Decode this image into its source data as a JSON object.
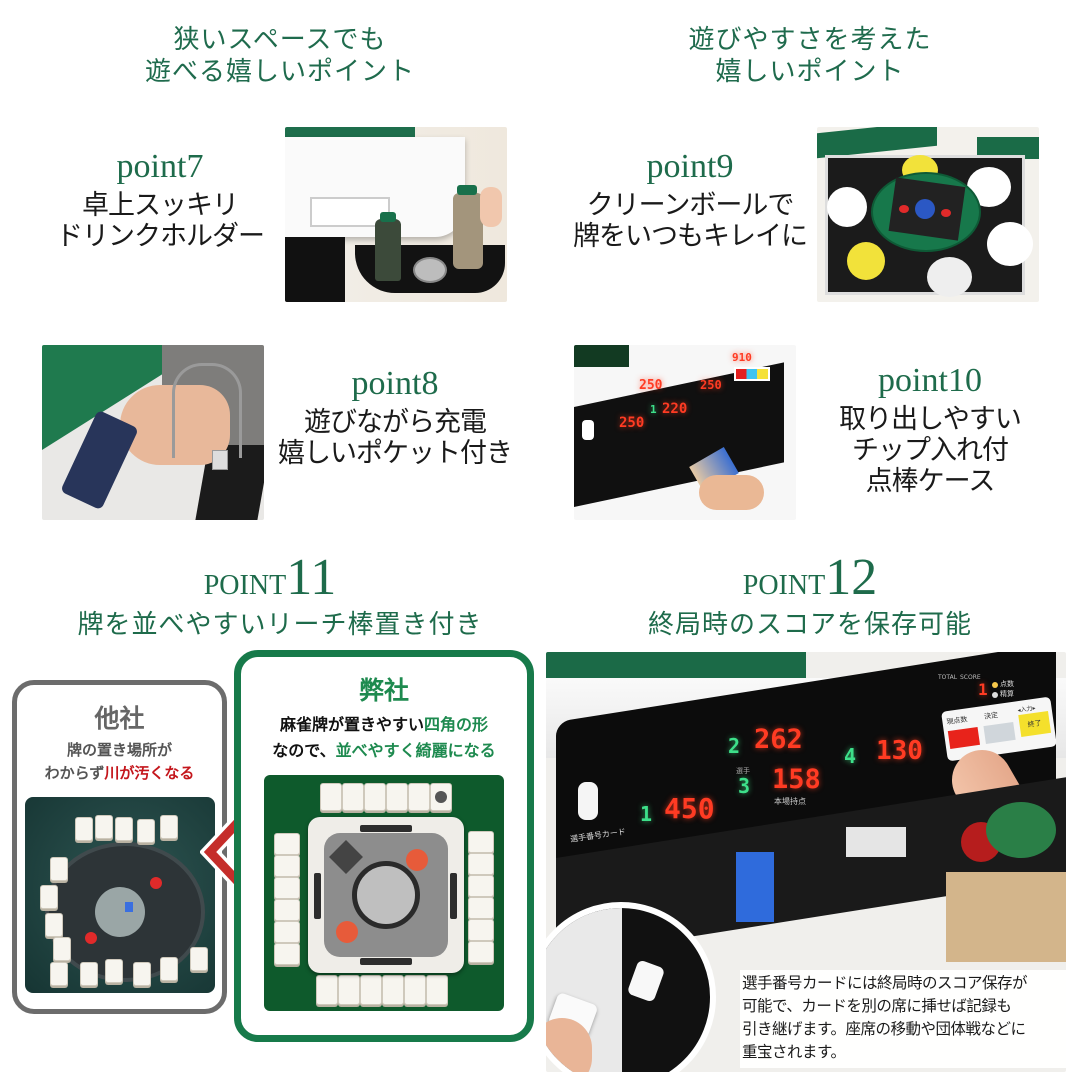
{
  "sections": {
    "left_header": {
      "line1": "狭いスペースでも",
      "line2": "遊べる嬉しいポイント"
    },
    "right_header": {
      "line1": "遊びやすさを考えた",
      "line2": "嬉しいポイント"
    }
  },
  "points": {
    "p7": {
      "label": "point7",
      "line1": "卓上スッキリ",
      "line2": "ドリンクホルダー",
      "image": "drink-holder-photo"
    },
    "p8": {
      "label": "point8",
      "line1": "遊びながら充電",
      "line2": "嬉しいポケット付き",
      "image": "charging-pocket-photo"
    },
    "p9": {
      "label": "point9",
      "line1": "クリーンボールで",
      "line2": "牌をいつもキレイに",
      "image": "clean-ball-photo"
    },
    "p10": {
      "label": "point10",
      "line1": "取り出しやすい",
      "line2": "チップ入れ付",
      "line3": "点棒ケース",
      "image": "score-stick-case-photo",
      "display": {
        "top": "250",
        "top_right": "250",
        "center": "220",
        "left": "250",
        "corner": "910",
        "seat": "1"
      }
    },
    "p11": {
      "prefix": "POINT",
      "number": "11",
      "subtitle": "牌を並べやすいリーチ棒置き付き"
    },
    "p12": {
      "prefix": "POINT",
      "number": "12",
      "subtitle": "終局時のスコアを保存可能"
    }
  },
  "comparison": {
    "other": {
      "title": "他社",
      "line1": "牌の置き場所が",
      "line2_prefix": "わからず",
      "line2_highlight": "川が汚くなる"
    },
    "ours": {
      "title": "弊社",
      "line1_prefix": "麻雀牌が置きやすい",
      "line1_highlight": "四角の形",
      "line2_prefix": "なので、",
      "line2_highlight": "並べやすく綺麗になる"
    },
    "arrow": "<"
  },
  "score_panel": {
    "seats": [
      {
        "seat": "1",
        "score": "450"
      },
      {
        "seat": "2",
        "score": "262"
      },
      {
        "seat": "3",
        "score": "158"
      },
      {
        "seat": "4",
        "score": "130"
      }
    ],
    "seat_label": "選手",
    "honba_label": "本場持点",
    "card_label": "選手番号カード",
    "total_label": "TOTAL",
    "score_label": "SCORE",
    "total_value": "1",
    "indicator_1": "点数",
    "indicator_2": "精算",
    "buttons": {
      "current": "現点数",
      "confirm": "決定",
      "input": "◂入力▸",
      "finish": "終了"
    }
  },
  "caption_12": {
    "line1": "選手番号カードには終局時のスコア保存が",
    "line2": "可能で、カードを別の席に挿せば記録も",
    "line3": "引き継げます。座席の移動や団体戦などに",
    "line4": "重宝されます。"
  },
  "colors": {
    "brand_green": "#1e6b4b",
    "frame_green": "#177a4a",
    "highlight_red": "#c4161c",
    "highlight_green": "#1e8a4f",
    "gray_frame": "#6c6c6c"
  }
}
